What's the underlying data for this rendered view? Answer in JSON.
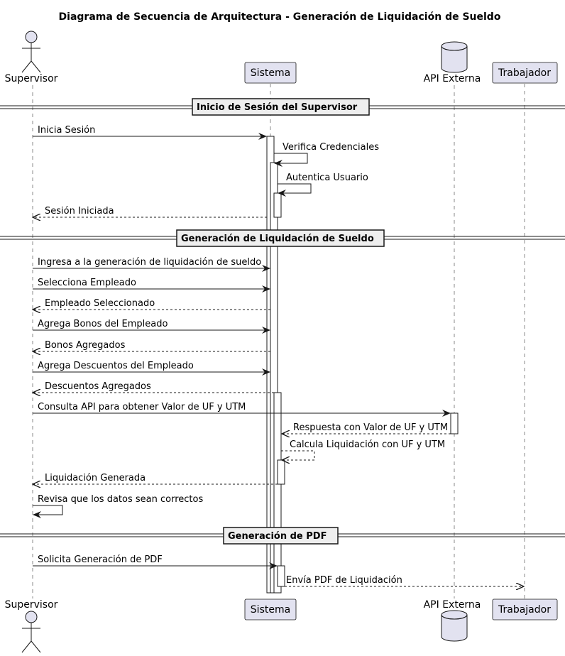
{
  "title": "Diagrama de Secuencia de Arquitectura - Generación de Liquidación de Sueldo",
  "participants": [
    {
      "id": "sup",
      "label": "Supervisor",
      "kind": "actor"
    },
    {
      "id": "sis",
      "label": "Sistema",
      "kind": "participant"
    },
    {
      "id": "api",
      "label": "API Externa",
      "kind": "database"
    },
    {
      "id": "tra",
      "label": "Trabajador",
      "kind": "participant"
    }
  ],
  "sections": [
    "Inicio de Sesión del Supervisor",
    "Generación de Liquidación de Sueldo",
    "Generación de PDF"
  ],
  "messages": [
    {
      "from": "sup",
      "to": "sis",
      "label": "Inicia Sesión",
      "style": "solid"
    },
    {
      "from": "sis",
      "to": "sis",
      "label": "Verifica Credenciales",
      "style": "solid"
    },
    {
      "from": "sis",
      "to": "sis",
      "label": "Autentica Usuario",
      "style": "solid"
    },
    {
      "from": "sis",
      "to": "sup",
      "label": "Sesión Iniciada",
      "style": "dashed"
    },
    {
      "from": "sup",
      "to": "sis",
      "label": "Ingresa a la generación de liquidación de sueldo",
      "style": "solid"
    },
    {
      "from": "sup",
      "to": "sis",
      "label": "Selecciona Empleado",
      "style": "solid"
    },
    {
      "from": "sis",
      "to": "sup",
      "label": "Empleado Seleccionado",
      "style": "dashed"
    },
    {
      "from": "sup",
      "to": "sis",
      "label": "Agrega Bonos del Empleado",
      "style": "solid"
    },
    {
      "from": "sis",
      "to": "sup",
      "label": "Bonos Agregados",
      "style": "dashed"
    },
    {
      "from": "sup",
      "to": "sis",
      "label": "Agrega Descuentos del Empleado",
      "style": "solid"
    },
    {
      "from": "sis",
      "to": "sup",
      "label": "Descuentos Agregados",
      "style": "dashed"
    },
    {
      "from": "sup",
      "to": "api",
      "label": "Consulta API para obtener Valor de UF y UTM",
      "style": "solid"
    },
    {
      "from": "api",
      "to": "sis",
      "label": "Respuesta con Valor de UF y UTM",
      "style": "dashed"
    },
    {
      "from": "sis",
      "to": "sis",
      "label": "Calcula Liquidación con UF y UTM",
      "style": "dashed"
    },
    {
      "from": "sis",
      "to": "sup",
      "label": "Liquidación Generada",
      "style": "dashed"
    },
    {
      "from": "sup",
      "to": "sup",
      "label": "Revisa que los datos sean correctos",
      "style": "solid"
    },
    {
      "from": "sup",
      "to": "sis",
      "label": "Solicita Generación de PDF",
      "style": "solid"
    },
    {
      "from": "sis",
      "to": "tra",
      "label": "Envía PDF de Liquidación",
      "style": "dashed"
    }
  ],
  "colors": {
    "participant_fill": "#e2e2f0",
    "participant_stroke": "#181818",
    "line": "#181818",
    "lifeline": "#888888"
  }
}
